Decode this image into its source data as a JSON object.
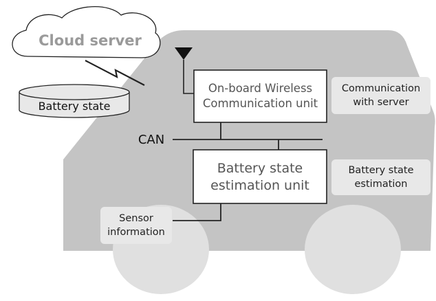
{
  "cloud": {
    "label": "Cloud server"
  },
  "database": {
    "label": "Battery state"
  },
  "bus": {
    "label": "CAN"
  },
  "units": {
    "wireless": "On-board Wireless\nCommunication unit",
    "estimation": "Battery state\nestimation unit"
  },
  "callouts": {
    "communication": "Communication\nwith server",
    "estimation": "Battery state\nestimation",
    "sensor": "Sensor\ninformation"
  },
  "colors": {
    "car_body": "#c4c4c4",
    "wheel": "#e0e0e0",
    "callout_bg": "#e8e8e8",
    "line": "#222222",
    "unit_box": "#ffffff"
  }
}
